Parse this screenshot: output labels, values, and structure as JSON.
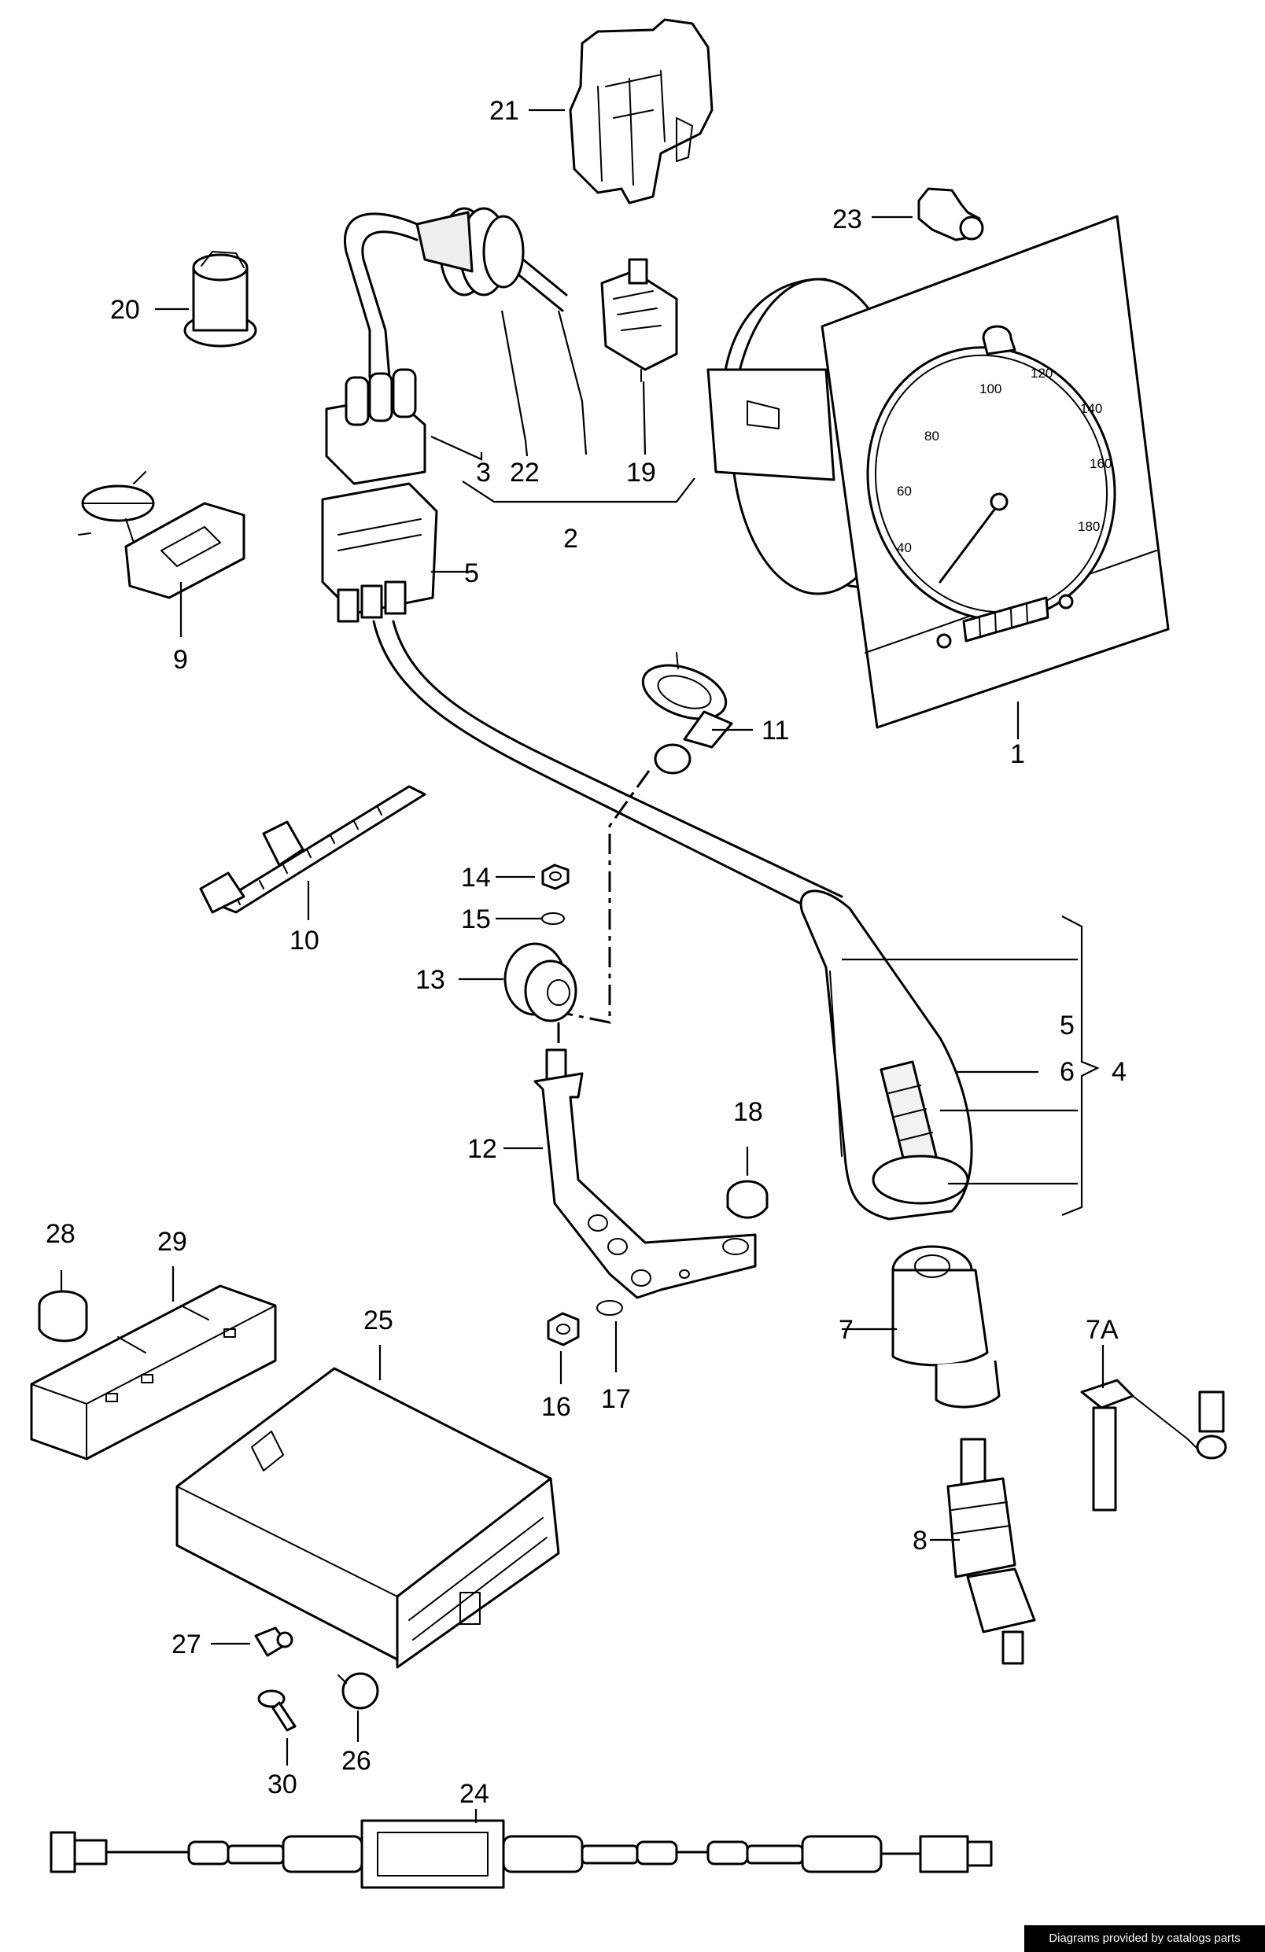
{
  "diagram": {
    "callouts": {
      "c1": "1",
      "c2": "2",
      "c3": "3",
      "c4": "4",
      "c5a": "5",
      "c5b": "5",
      "c6": "6",
      "c7": "7",
      "c7a": "7A",
      "c8": "8",
      "c9": "9",
      "c10": "10",
      "c11": "11",
      "c12": "12",
      "c13": "13",
      "c14": "14",
      "c15": "15",
      "c16": "16",
      "c17": "17",
      "c18": "18",
      "c19": "19",
      "c20": "20",
      "c21": "21",
      "c22": "22",
      "c23": "23",
      "c24": "24",
      "c25": "25",
      "c26": "26",
      "c27": "27",
      "c28": "28",
      "c29": "29",
      "c30": "30"
    },
    "speedometer_scale": [
      "40",
      "60",
      "80",
      "100",
      "120",
      "140",
      "160",
      "180"
    ]
  },
  "watermark": "Diagrams provided by catalogs parts"
}
